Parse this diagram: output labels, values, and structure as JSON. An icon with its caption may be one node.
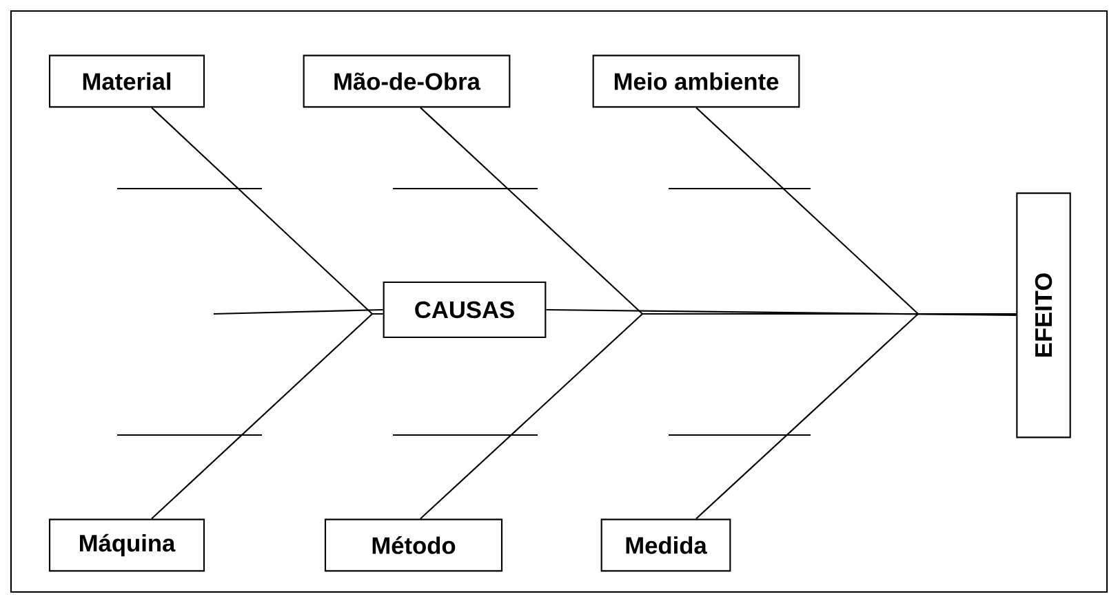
{
  "diagram": {
    "nodes": [
      {
        "text": [
          "Material"
        ]
      },
      {
        "text": [
          "Mão-de-Obra"
        ]
      },
      {
        "text": [
          "Meio ambiente"
        ]
      },
      {
        "text": [
          "CAUSAS"
        ]
      },
      {
        "text": [
          "EFEITO"
        ]
      },
      {
        "text": [
          "Máquina"
        ]
      },
      {
        "text": [
          "Método"
        ]
      },
      {
        "text": [
          "Medida"
        ]
      }
    ],
    "edges": [
      {
        "from": 0,
        "to": 3,
        "arrow": "none"
      },
      {
        "from": 1,
        "to": 4,
        "arrow": "none"
      },
      {
        "from": 2,
        "to": 4,
        "arrow": "none"
      },
      {
        "from": 3,
        "to": 4,
        "arrow": "none"
      },
      {
        "from": 5,
        "to": 3,
        "arrow": "none"
      },
      {
        "from": null,
        "to": 3,
        "arrow": "none"
      },
      {
        "from": 6,
        "to": 4,
        "arrow": "none"
      },
      {
        "from": 7,
        "to": 4,
        "arrow": "none"
      }
    ]
  }
}
